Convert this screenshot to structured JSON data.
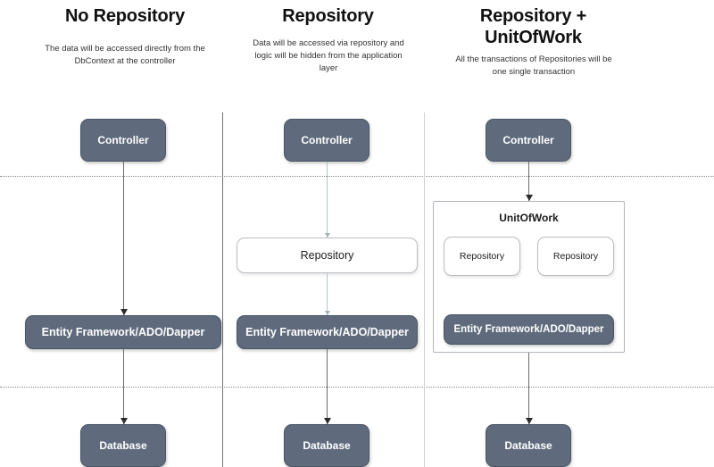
{
  "diagram": {
    "columns": [
      {
        "id": "no-repository",
        "title": "No Repository",
        "subtitle": "The data will be accessed directly from the DbContext at the controller",
        "nodes": [
          {
            "id": "controller",
            "label": "Controller",
            "style": "solid"
          },
          {
            "id": "data-access",
            "label": "Entity Framework/ADO/Dapper",
            "style": "solid"
          },
          {
            "id": "database",
            "label": "Database",
            "style": "solid"
          }
        ]
      },
      {
        "id": "repository",
        "title": "Repository",
        "subtitle": "Data will be accessed via repository and logic will be hidden from the application layer",
        "nodes": [
          {
            "id": "controller",
            "label": "Controller",
            "style": "solid"
          },
          {
            "id": "repository",
            "label": "Repository",
            "style": "outline"
          },
          {
            "id": "data-access",
            "label": "Entity Framework/ADO/Dapper",
            "style": "solid"
          },
          {
            "id": "database",
            "label": "Database",
            "style": "solid"
          }
        ]
      },
      {
        "id": "repository-unitofwork",
        "title": "Repository + UnitOfWork",
        "subtitle": "All the transactions of Repositories will be one single transaction",
        "nodes": [
          {
            "id": "controller",
            "label": "Controller",
            "style": "solid"
          },
          {
            "id": "unitofwork-group",
            "label": "UnitOfWork",
            "style": "group"
          },
          {
            "id": "repository-left",
            "label": "Repository",
            "style": "outline"
          },
          {
            "id": "repository-right",
            "label": "Repository",
            "style": "outline"
          },
          {
            "id": "data-access",
            "label": "Entity Framework/ADO/Dapper",
            "style": "solid"
          },
          {
            "id": "database",
            "label": "Database",
            "style": "solid"
          }
        ]
      }
    ],
    "layers": [
      {
        "id": "layer-separator-top"
      },
      {
        "id": "layer-separator-bottom"
      }
    ],
    "colors": {
      "node_fill": "#5f6b7d",
      "node_border": "#4a5565",
      "node_text": "#ffffff",
      "outline_fill": "#ffffff",
      "outline_border": "#b9bdc2",
      "group_border": "#b0b4b9",
      "connector_dark": "#6d6d6d",
      "connector_light": "#b4c3c6",
      "separator": "#8a8a8a",
      "background": "#ffffff",
      "title_text": "#111111",
      "subtitle_text": "#333333"
    }
  }
}
